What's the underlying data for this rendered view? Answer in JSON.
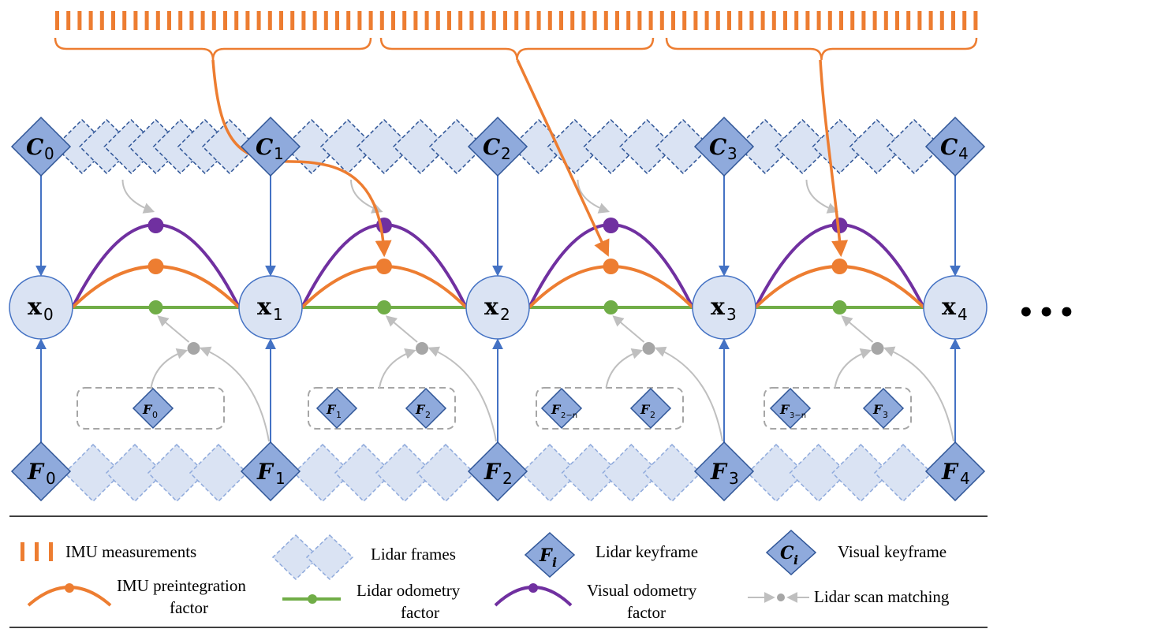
{
  "colors": {
    "imu": "#ED7D31",
    "lidar_factor": "#70AD47",
    "visual_factor": "#7030A0",
    "keyframe_fill": "#8FAADC",
    "keyframe_stroke": "#2F5597",
    "frame_fill": "#DAE3F3",
    "frame_stroke": "#8FAADC",
    "node_fill": "#DAE3F3",
    "node_stroke": "#4472C4",
    "arrow_blue": "#4472C4",
    "scan_gray": "#BFBFBF",
    "dash_box": "#A6A6A6"
  },
  "nodes": [
    {
      "base": "x",
      "sub": "0"
    },
    {
      "base": "x",
      "sub": "1"
    },
    {
      "base": "x",
      "sub": "2"
    },
    {
      "base": "x",
      "sub": "3"
    },
    {
      "base": "x",
      "sub": "4"
    }
  ],
  "visual_keyframes": [
    {
      "base": "C",
      "sub": "0"
    },
    {
      "base": "C",
      "sub": "1"
    },
    {
      "base": "C",
      "sub": "2"
    },
    {
      "base": "C",
      "sub": "3"
    },
    {
      "base": "C",
      "sub": "4"
    }
  ],
  "lidar_keyframes": [
    {
      "base": "F",
      "sub": "0"
    },
    {
      "base": "F",
      "sub": "1"
    },
    {
      "base": "F",
      "sub": "2"
    },
    {
      "base": "F",
      "sub": "3"
    },
    {
      "base": "F",
      "sub": "4"
    }
  ],
  "matching_boxes": [
    {
      "items": [
        {
          "base": "F",
          "sub": "0"
        }
      ]
    },
    {
      "items": [
        {
          "base": "F",
          "sub": "1"
        },
        {
          "base": "F",
          "sub": "2"
        }
      ]
    },
    {
      "items": [
        {
          "base": "F",
          "sub": "2−n"
        },
        {
          "base": "F",
          "sub": "2"
        }
      ]
    },
    {
      "items": [
        {
          "base": "F",
          "sub": "3−n"
        },
        {
          "base": "F",
          "sub": "3"
        }
      ]
    }
  ],
  "ellipsis": "•••",
  "legend": {
    "imu_measurements": "IMU measurements",
    "lidar_frames": "Lidar frames",
    "lidar_keyframe": "Lidar keyframe",
    "lidar_keyframe_symbol": {
      "base": "F",
      "sub": "i"
    },
    "visual_keyframe": "Visual keyframe",
    "visual_keyframe_symbol": {
      "base": "C",
      "sub": "i"
    },
    "imu_preintegration_line1": "IMU preintegration",
    "imu_preintegration_line2": "factor",
    "lidar_odometry_line1": "Lidar odometry",
    "lidar_odometry_line2": "factor",
    "visual_odometry_line1": "Visual odometry",
    "visual_odometry_line2": "factor",
    "lidar_scan_matching": "Lidar scan matching"
  }
}
